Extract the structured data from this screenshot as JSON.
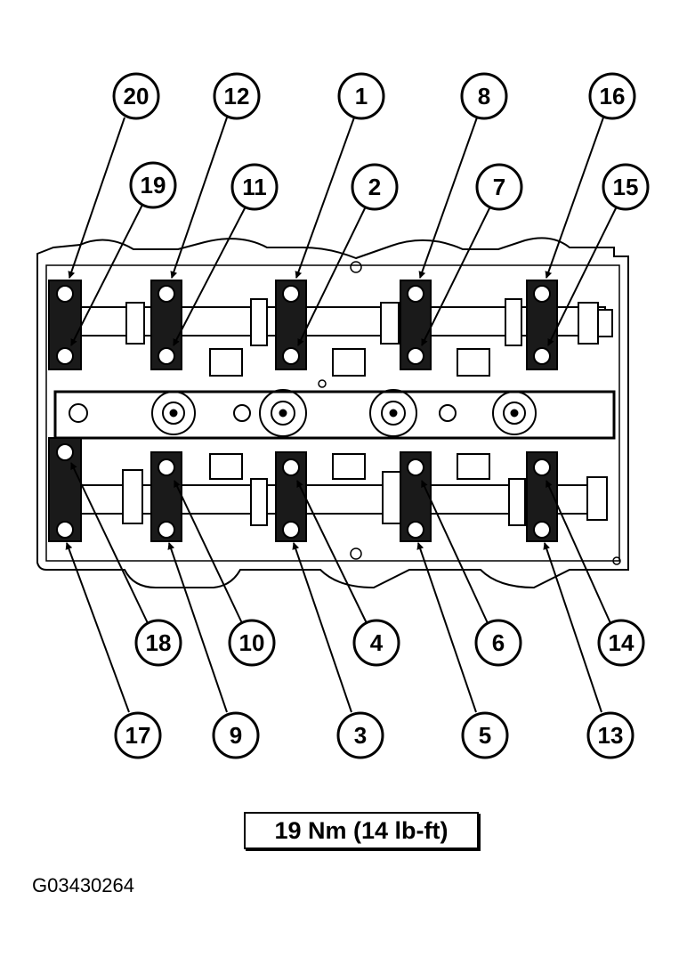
{
  "figure": {
    "spec_label": "19 Nm (14 lb-ft)",
    "figure_id": "G03430264"
  },
  "callouts": [
    {
      "label": "1"
    },
    {
      "label": "2"
    },
    {
      "label": "3"
    },
    {
      "label": "4"
    },
    {
      "label": "5"
    },
    {
      "label": "6"
    },
    {
      "label": "7"
    },
    {
      "label": "8"
    },
    {
      "label": "9"
    },
    {
      "label": "10"
    },
    {
      "label": "11"
    },
    {
      "label": "12"
    },
    {
      "label": "13"
    },
    {
      "label": "14"
    },
    {
      "label": "15"
    },
    {
      "label": "16"
    },
    {
      "label": "17"
    },
    {
      "label": "18"
    },
    {
      "label": "19"
    },
    {
      "label": "20"
    }
  ]
}
